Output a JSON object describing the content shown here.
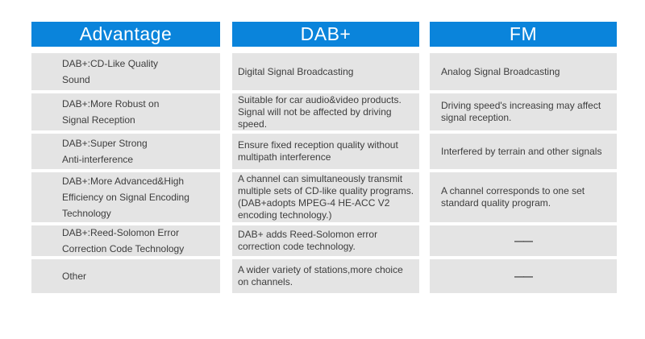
{
  "colors": {
    "header_bg": "#0a84db",
    "header_text": "#ffffff",
    "row_bg": "#e4e4e4",
    "text": "#3d3d3d"
  },
  "table": {
    "columns": [
      {
        "header": "Advantage",
        "cells": [
          "DAB+:CD-Like Quality\nSound",
          "DAB+:More Robust on\nSignal Reception",
          "DAB+:Super Strong\nAnti-interference",
          "DAB+:More Advanced&High\nEfficiency on Signal Encoding\nTechnology",
          "DAB+:Reed-Solomon Error\nCorrection Code Technology",
          "Other"
        ]
      },
      {
        "header": "DAB+",
        "cells": [
          "Digital Signal Broadcasting",
          "Suitable for car audio&video products.\nSignal will not be affected by driving\nspeed.",
          "Ensure fixed reception quality without\nmultipath interference",
          "A channel can simultaneously transmit\nmultiple sets of CD-like quality programs.\n(DAB+adopts MPEG-4 HE-ACC V2\nencoding technology.)",
          "DAB+ adds Reed-Solomon error\ncorrection code technology.",
          "A wider variety of stations,more choice\non channels."
        ]
      },
      {
        "header": "FM",
        "cells": [
          "Analog Signal Broadcasting",
          "Driving speed's increasing may affect\nsignal reception.",
          "Interfered by terrain and other signals",
          "A channel corresponds to one set\nstandard quality program.",
          "——",
          "——"
        ]
      }
    ]
  }
}
